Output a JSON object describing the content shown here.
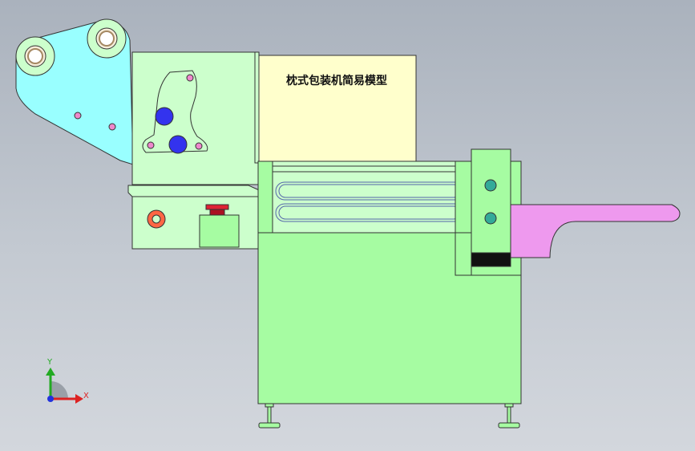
{
  "model_title": "枕式包装机简易模型",
  "triad": {
    "y_label": "Y",
    "x_label": "X"
  },
  "colors": {
    "background_top": "#aab2bd",
    "frame_green": "#a6fca2",
    "panel_green": "#ccffcc",
    "label_panel": "#ffffcc",
    "feed_plate": "#99ffff",
    "outfeed_arm": "#ee99ee",
    "blue_pin": "#3333ee",
    "teal_pin": "#33aa99",
    "red_button": "#dd2233",
    "pink_hole": "#ee88cc",
    "dark_block": "#111111"
  }
}
